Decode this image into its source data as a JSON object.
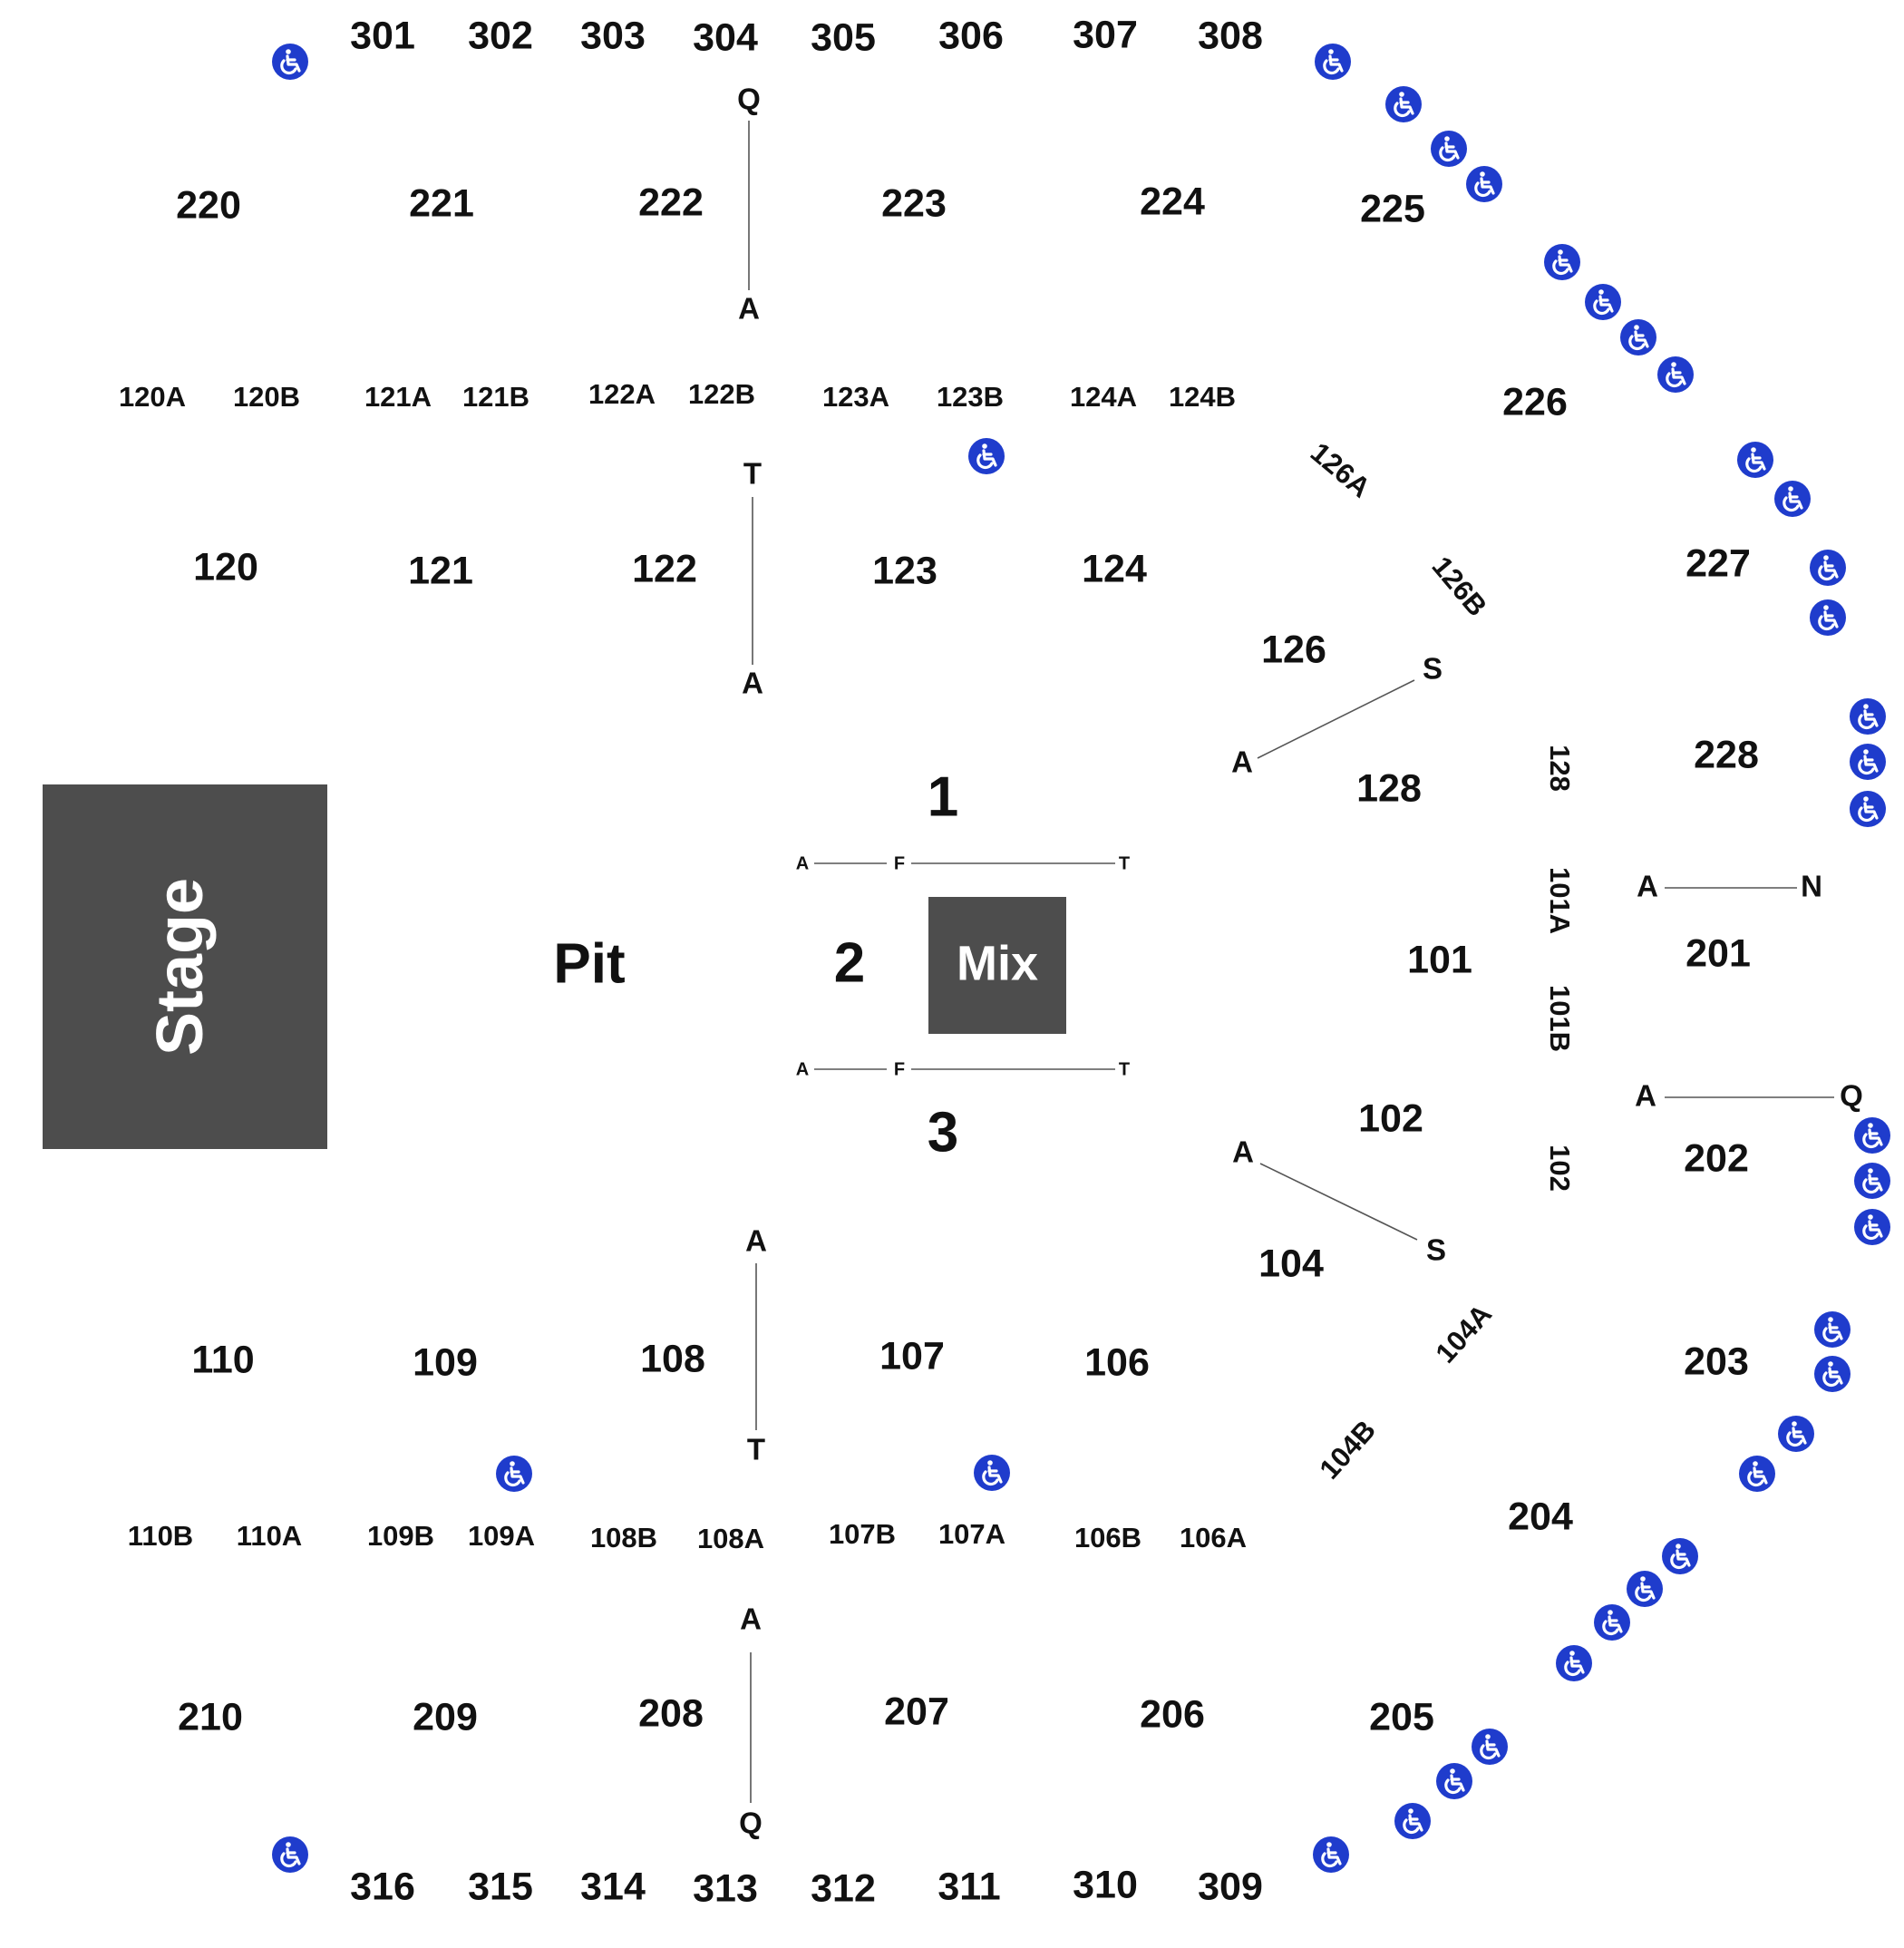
{
  "stage": {
    "label": "Stage",
    "color": "#4d4d4d"
  },
  "pit": {
    "label": "Pit"
  },
  "mix": {
    "label": "Mix",
    "color": "#4d4d4d"
  },
  "floor_sections": {
    "s1": "1",
    "s2": "2",
    "s3": "3"
  },
  "upper_300s_top": [
    "301",
    "302",
    "303",
    "304",
    "305",
    "306",
    "307",
    "308"
  ],
  "upper_300s_bottom": [
    "316",
    "315",
    "314",
    "313",
    "312",
    "311",
    "310",
    "309"
  ],
  "top_200s": [
    "220",
    "221",
    "222",
    "223",
    "224",
    "225",
    "226",
    "227",
    "228"
  ],
  "right_200s": [
    "201",
    "202",
    "203",
    "204"
  ],
  "bottom_200s": [
    "210",
    "209",
    "208",
    "207",
    "206",
    "205"
  ],
  "top_100s": [
    "120",
    "121",
    "122",
    "123",
    "124",
    "126",
    "128"
  ],
  "right_100s": [
    "101",
    "102",
    "104"
  ],
  "bottom_100s": [
    "110",
    "109",
    "108",
    "107",
    "106"
  ],
  "top_sub_sections": [
    "120A",
    "120B",
    "121A",
    "121B",
    "122A",
    "122B",
    "123A",
    "123B",
    "124A",
    "124B"
  ],
  "bottom_sub_sections": [
    "110B",
    "110A",
    "109B",
    "109A",
    "108B",
    "108A",
    "107B",
    "107A",
    "106B",
    "106A"
  ],
  "angled_sub_sections": [
    "126A",
    "126B",
    "128",
    "101A",
    "101B",
    "102",
    "104A",
    "104B"
  ],
  "row_letters": {
    "q": "Q",
    "a": "A",
    "t": "T",
    "s": "S",
    "n": "N",
    "f": "F"
  },
  "accessible_icon": "wheelchair-icon",
  "accessible_color": "#1f3ccc"
}
